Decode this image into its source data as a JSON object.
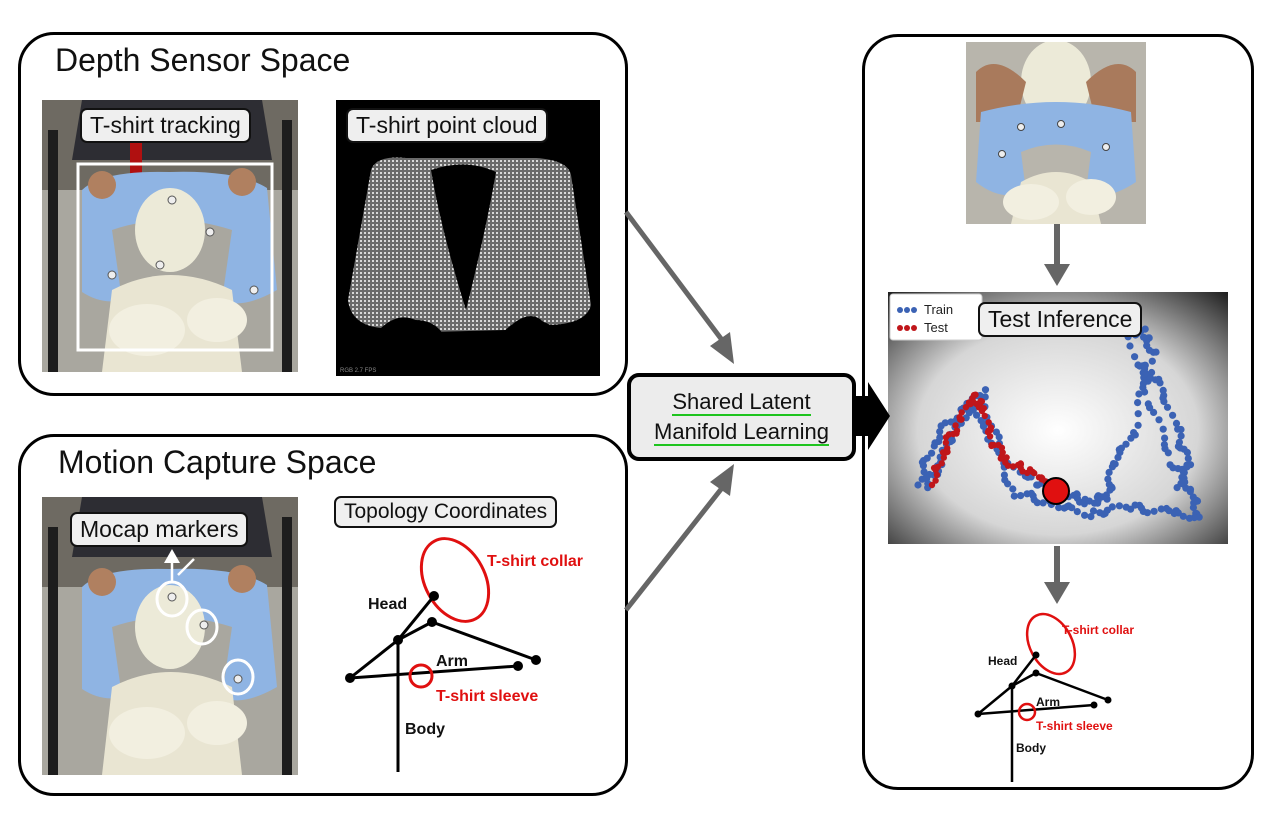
{
  "panels": {
    "depth": {
      "title": "Depth Sensor Space"
    },
    "mocap": {
      "title": "Motion Capture Space"
    }
  },
  "labels": {
    "tshirt_tracking": "T-shirt tracking",
    "point_cloud": "T-shirt point cloud",
    "mocap_markers": "Mocap markers",
    "topology_coords": "Topology Coordinates",
    "test_inference": "Test Inference"
  },
  "center": {
    "line1": "Shared Latent",
    "line2": "Manifold Learning"
  },
  "topology": {
    "collar": "T-shirt collar",
    "head": "Head",
    "arm": "Arm",
    "sleeve": "T-shirt sleeve",
    "body": "Body"
  },
  "legend": {
    "train": "Train",
    "test": "Test"
  },
  "pointcloud_fps": "RGB 2.7 FPS",
  "colors": {
    "shirt": "#8fb4e3",
    "train": "#3b62b4",
    "test": "#c0161a",
    "topology_red": "#e01010",
    "arrow": "#666666",
    "underline": "#1ec41e"
  }
}
